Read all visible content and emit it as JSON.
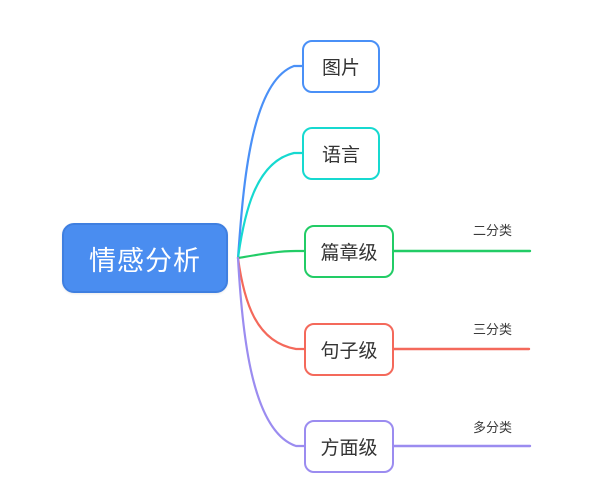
{
  "diagram": {
    "title": "情感分析",
    "type": "mind-map",
    "background": "#ffffff",
    "root": {
      "label": "情感分析",
      "fill": "#4a8df0",
      "text_color": "#ffffff",
      "border": "#3f7fe0"
    },
    "branches": [
      {
        "label": "图片",
        "color": "#4a90f7",
        "leaf": null
      },
      {
        "label": "语言",
        "color": "#16d9d0",
        "leaf": null
      },
      {
        "label": "篇章级",
        "color": "#22cc66",
        "leaf": "二分类"
      },
      {
        "label": "句子级",
        "color": "#f4695b",
        "leaf": "三分类"
      },
      {
        "label": "方面级",
        "color": "#9b8cf0",
        "leaf": "多分类"
      }
    ]
  }
}
